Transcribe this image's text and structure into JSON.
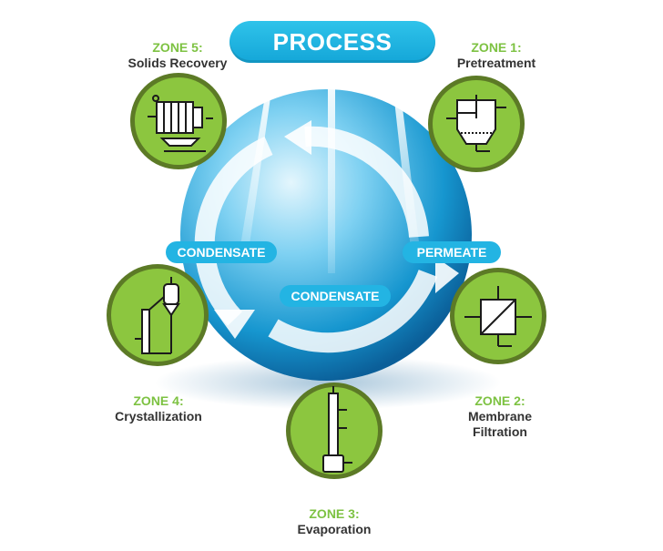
{
  "process_label": "PROCESS",
  "flows": {
    "left_condensate": "CONDENSATE",
    "center_condensate": "CONDENSATE",
    "permeate": "PERMEATE"
  },
  "zones": [
    {
      "id": "ZONE 1:",
      "name_lines": [
        "Pretreatment"
      ]
    },
    {
      "id": "ZONE 2:",
      "name_lines": [
        "Membrane",
        "Filtration"
      ]
    },
    {
      "id": "ZONE 3:",
      "name_lines": [
        "Evaporation"
      ]
    },
    {
      "id": "ZONE 4:",
      "name_lines": [
        "Crystallization"
      ]
    },
    {
      "id": "ZONE 5:",
      "name_lines": [
        "Solids Recovery"
      ]
    }
  ],
  "colors": {
    "zone_green": "#8cc63f",
    "zone_ring": "#5c7a26",
    "process_blue": "#1faee0",
    "label_green": "#7dc242",
    "text_dark": "#333333"
  }
}
